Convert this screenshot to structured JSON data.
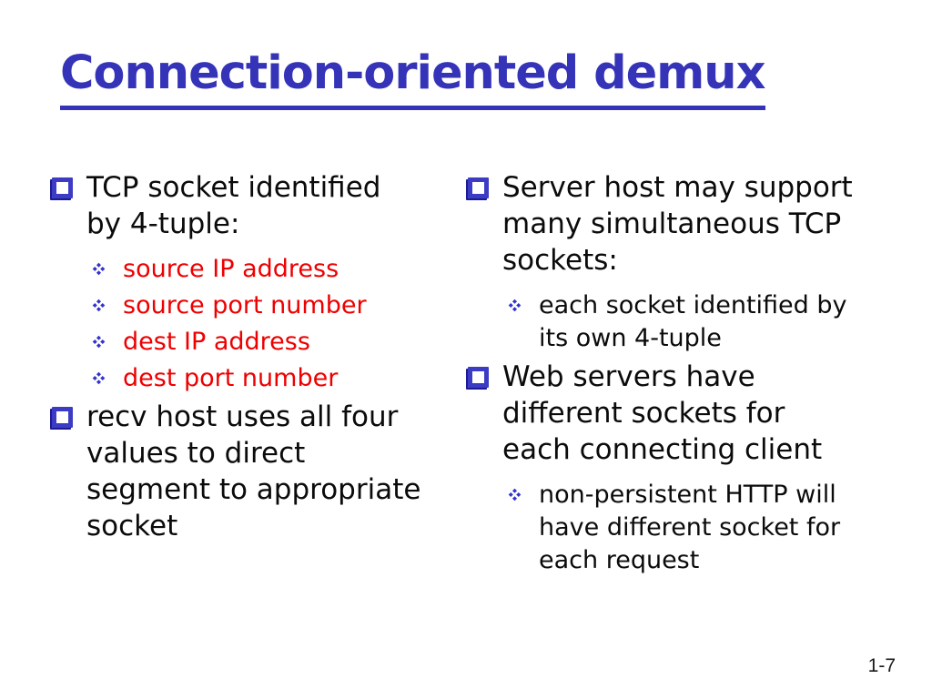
{
  "slide": {
    "title": "Connection-oriented demux",
    "page_number": "1-7",
    "colors": {
      "background": "#ffffff",
      "title_blue": "#3534b8",
      "bullet_blue": "#3c3bc4",
      "diamond_blue": "#3333cc",
      "red_text": "#ee0000",
      "body_text": "#0b0b0b"
    },
    "icons": {
      "square_bullet": "hollow-3d-square",
      "diamond_bullet": "four-diamonds-cluster"
    },
    "left_column": {
      "items": [
        {
          "style": "bullet",
          "lines": [
            "TCP socket identified",
            "by 4-tuple:"
          ]
        },
        {
          "style": "sub-red",
          "lines": [
            "source IP address"
          ]
        },
        {
          "style": "sub-red",
          "lines": [
            "source port number"
          ]
        },
        {
          "style": "sub-red",
          "lines": [
            "dest IP address"
          ]
        },
        {
          "style": "sub-red",
          "lines": [
            "dest port number"
          ]
        },
        {
          "style": "bullet",
          "lines": [
            "recv host uses all four",
            "values to direct",
            "segment to appropriate",
            "socket"
          ]
        }
      ]
    },
    "right_column": {
      "items": [
        {
          "style": "bullet",
          "lines": [
            "Server host may support",
            "many simultaneous TCP",
            "sockets:"
          ]
        },
        {
          "style": "sub",
          "lines": [
            "each socket identified by",
            "its own 4-tuple"
          ]
        },
        {
          "style": "bullet",
          "lines": [
            "Web servers have",
            "different sockets for",
            "each connecting client"
          ]
        },
        {
          "style": "sub",
          "lines": [
            "non-persistent HTTP will",
            "have different socket for",
            "each request"
          ]
        }
      ]
    }
  }
}
